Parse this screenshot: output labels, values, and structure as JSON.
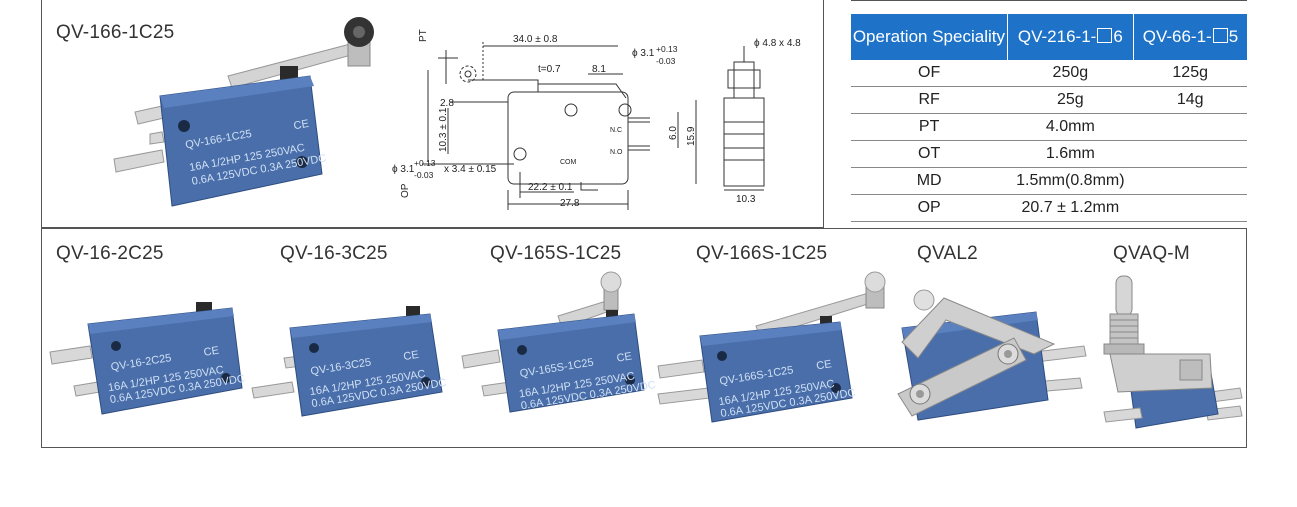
{
  "top_panel": {
    "main_model": "QV-166-1C25",
    "main_marking": [
      "QV-166-1C25",
      "16A 1/2HP 125 250VAC",
      "0.6A 125VDC 0.3A 250VDC"
    ],
    "ce_mark": "CE",
    "drawing": {
      "dim_34": "34.0 ± 0.8",
      "t": "t=0.7",
      "dim_8_1": "8.1",
      "hole_top": "ϕ 3.1",
      "tol_plus": "+0.13",
      "tol_minus": "-0.03",
      "pt": "PT",
      "op": "OP",
      "dim_2_8": "2.8",
      "dim_10_3": "10.3 ± 0.1",
      "nc": "N.C",
      "no": "N.O",
      "com": "COM",
      "dim_6_0": "6.0",
      "dim_15_9": "15.9",
      "hole_bottom": "ϕ 3.1",
      "hole_bottom_dim": "x 3.4 ± 0.15",
      "dim_22_2": "22.2 ± 0.1",
      "dim_27_8": "27.8",
      "roller": "ϕ 4.8 x 4.8",
      "dim_10_3_side": "10.3"
    }
  },
  "spec_table": {
    "header": [
      "Operation Speciality",
      "QV-216-1-",
      "6",
      "QV-66-1-",
      "5"
    ],
    "rows": [
      {
        "label": "OF",
        "a": "250g",
        "b": "125g"
      },
      {
        "label": "RF",
        "a": "25g",
        "b": "14g"
      },
      {
        "label": "PT",
        "merged": "4.0mm"
      },
      {
        "label": "OT",
        "merged": "1.6mm"
      },
      {
        "label": "MD",
        "merged": "1.5mm(0.8mm)"
      },
      {
        "label": "OP",
        "merged": "20.7 ± 1.2mm"
      }
    ]
  },
  "bottom_panel": {
    "models": [
      "QV-16-2C25",
      "QV-16-3C25",
      "QV-165S-1C25",
      "QV-166S-1C25",
      "QVAL2",
      "QVAQ-M"
    ],
    "markings": [
      [
        "QV-16-2C25",
        "16A 1/2HP 125 250VAC",
        "0.6A 125VDC 0.3A 250VDC"
      ],
      [
        "QV-16-3C25",
        "16A 1/2HP 125 250VAC",
        "0.6A 125VDC 0.3A 250VDC"
      ],
      [
        "QV-165S-1C25",
        "16A 1/2HP 125 250VAC",
        "0.6A 125VDC 0.3A 250VDC"
      ],
      [
        "QV-166S-1C25",
        "16A 1/2HP 125 250VAC",
        "0.6A 125VDC 0.3A 250VDC"
      ]
    ]
  },
  "colors": {
    "switch_body": "#4a6ea9",
    "header_blue": "#1e73c9",
    "metal": "#c8c8c8"
  }
}
